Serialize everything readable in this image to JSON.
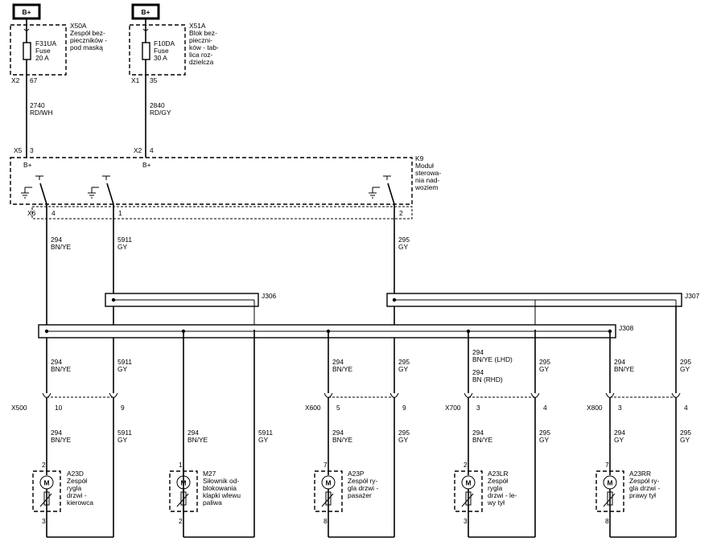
{
  "power": {
    "left_label": "B+",
    "right_label": "B+"
  },
  "fuse_blocks": {
    "left": {
      "id": "X50A",
      "name_lines": [
        "Zespół bez-",
        "pieczników -",
        "pod maską"
      ],
      "fuse_id": "F31UA",
      "fuse_word": "Fuse",
      "rating": "20 A",
      "connector": "X2",
      "pin": "67"
    },
    "right": {
      "id": "X51A",
      "name_lines": [
        "Blok bez-",
        "pieczni-",
        "ków - tab-",
        "lica roz-",
        "dzielcza"
      ],
      "fuse_id": "F10DA",
      "fuse_word": "Fuse",
      "rating": "30 A",
      "connector": "X1",
      "pin": "35"
    }
  },
  "feed_wires": [
    {
      "circuit": "2740",
      "color": "RD/WH"
    },
    {
      "circuit": "2840",
      "color": "RD/GY"
    }
  ],
  "module": {
    "id": "K9",
    "name_lines": [
      "Moduł",
      "sterowa-",
      "nia nad-",
      "woziem"
    ],
    "in_connector_a": "X5",
    "in_pin_a": "3",
    "in_label_a": "B+",
    "in_connector_b": "X2",
    "in_pin_b": "4",
    "in_label_b": "B+",
    "out_connector": "X6",
    "out_pins": [
      "4",
      "1",
      "2"
    ]
  },
  "module_wires": [
    {
      "circuit": "294",
      "color": "BN/YE"
    },
    {
      "circuit": "5911",
      "color": "GY"
    },
    {
      "circuit": "295",
      "color": "GY"
    }
  ],
  "splices": [
    "J306",
    "J307",
    "J308"
  ],
  "branch_wires": [
    {
      "circuit": "294",
      "color": "BN/YE"
    },
    {
      "circuit": "5911",
      "color": "GY"
    },
    {
      "circuit": "294",
      "color": "BN/YE"
    },
    {
      "circuit": "295",
      "color": "GY"
    },
    {
      "circuit": "294",
      "color": "BN/YE (LHD)",
      "alt_circuit": "294",
      "alt_color": "BN (RHD)"
    },
    {
      "circuit": "295",
      "color": "GY"
    },
    {
      "circuit": "294",
      "color": "BN/YE"
    },
    {
      "circuit": "295",
      "color": "GY"
    }
  ],
  "inline_connectors": [
    {
      "id": "X500",
      "pin_a": "10",
      "pin_b": "9"
    },
    {
      "id": "X600",
      "pin_a": "5",
      "pin_b": "9"
    },
    {
      "id": "X700",
      "pin_a": "3",
      "pin_b": "4"
    },
    {
      "id": "X800",
      "pin_a": "3",
      "pin_b": "4"
    }
  ],
  "actuator_wires": [
    {
      "circuit": "294",
      "color": "BN/YE"
    },
    {
      "circuit": "5911",
      "color": "GY"
    },
    {
      "circuit": "294",
      "color": "BN/YE"
    },
    {
      "circuit": "5911",
      "color": "GY"
    },
    {
      "circuit": "294",
      "color": "BN/YE"
    },
    {
      "circuit": "295",
      "color": "GY"
    },
    {
      "circuit": "294",
      "color": "BN/YE"
    },
    {
      "circuit": "295",
      "color": "GY"
    },
    {
      "circuit": "294",
      "color": "GY"
    },
    {
      "circuit": "295",
      "color": "GY"
    }
  ],
  "actuators": [
    {
      "id": "A23D",
      "name_lines": [
        "Zespół",
        "rygla",
        "drzwi -",
        "kierowca"
      ],
      "pin_top": "2",
      "pin_bottom": "3",
      "motor": "M"
    },
    {
      "id": "M27",
      "name_lines": [
        "Siłownik od-",
        "blokowania",
        "klapki wlewu",
        "paliwa"
      ],
      "pin_top": "1",
      "pin_bottom": "2",
      "motor": "M"
    },
    {
      "id": "A23P",
      "name_lines": [
        "Zespół ry-",
        "gla drzwi -",
        "pasażer"
      ],
      "pin_top": "7",
      "pin_bottom": "8",
      "motor": "M"
    },
    {
      "id": "A23LR",
      "name_lines": [
        "Zespół",
        "rygla",
        "drzwi - le-",
        "wy tył"
      ],
      "pin_top": "2",
      "pin_bottom": "3",
      "motor": "M"
    },
    {
      "id": "A23RR",
      "name_lines": [
        "Zespół ry-",
        "gla drzwi -",
        "prawy tył"
      ],
      "pin_top": "7",
      "pin_bottom": "8",
      "motor": "M"
    }
  ]
}
